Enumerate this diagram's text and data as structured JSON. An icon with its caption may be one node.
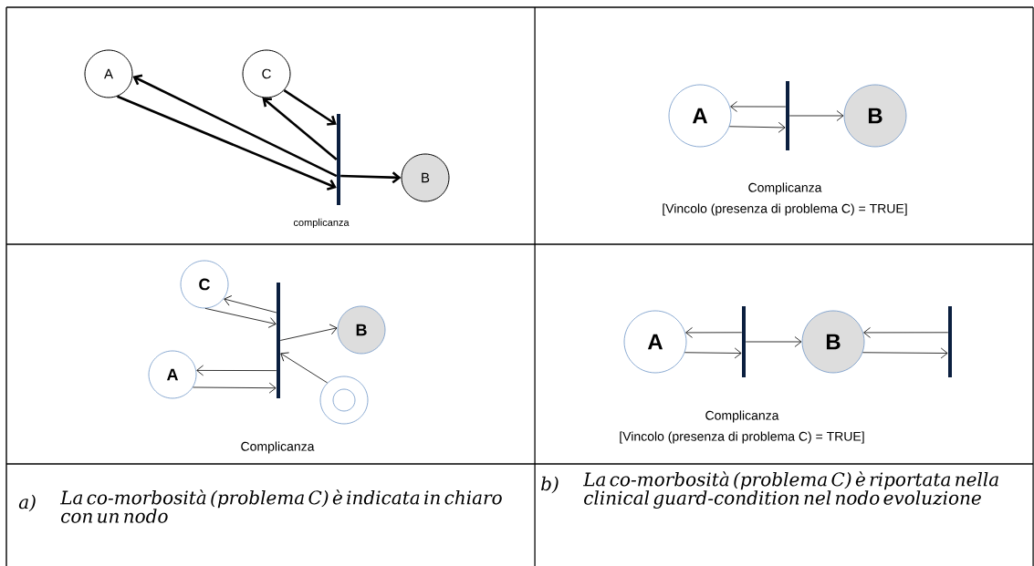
{
  "diagram": {
    "nodes": [
      {
        "text": [
          "A"
        ]
      },
      {
        "text": [
          "C"
        ]
      },
      {
        "text": [],
        "shape": "bar",
        "beside": [
          "complicanza"
        ]
      },
      {
        "text": [
          "B"
        ]
      },
      {
        "text": [
          "A"
        ]
      },
      {
        "text": [],
        "shape": "bar",
        "beside": [
          "Complicanza",
          "[Vincolo (presenza di problema C) = TRUE]"
        ]
      },
      {
        "text": [
          "B"
        ]
      },
      {
        "text": [
          "C"
        ]
      },
      {
        "text": [],
        "shape": "bar"
      },
      {
        "text": [
          "B"
        ]
      },
      {
        "text": [
          "A"
        ]
      },
      {
        "text": [],
        "shape": "circle"
      },
      {
        "text": [
          "A"
        ]
      },
      {
        "text": [],
        "shape": "bar",
        "beside": [
          "Complicanza",
          "[Vincolo (presenza di problema C) = TRUE]"
        ]
      },
      {
        "text": [
          "B"
        ]
      },
      {
        "text": [],
        "shape": "bar"
      }
    ],
    "edges": [
      {
        "from": 2,
        "to": 0,
        "arrow": "to",
        "style": "thick"
      },
      {
        "from": 0,
        "to": 2,
        "arrow": "to",
        "style": "thick"
      },
      {
        "from": 2,
        "to": 1,
        "arrow": "to",
        "style": "thick"
      },
      {
        "from": 1,
        "to": 2,
        "arrow": "to",
        "style": "thick"
      },
      {
        "from": 2,
        "to": 3,
        "arrow": "to",
        "style": "thick"
      },
      {
        "from": 5,
        "to": 4,
        "arrow": "to"
      },
      {
        "from": 4,
        "to": 5,
        "arrow": "to"
      },
      {
        "from": 5,
        "to": 6,
        "arrow": "to"
      },
      {
        "from": 8,
        "to": 7,
        "arrow": "to"
      },
      {
        "from": 7,
        "to": 8,
        "arrow": "to"
      },
      {
        "from": 8,
        "to": 9,
        "arrow": "to"
      },
      {
        "from": 11,
        "to": 8,
        "arrow": "to"
      },
      {
        "from": 8,
        "to": 10,
        "arrow": "to"
      },
      {
        "from": 10,
        "to": 8,
        "arrow": "to"
      },
      {
        "from": 13,
        "to": 12,
        "arrow": "to"
      },
      {
        "from": 12,
        "to": 13,
        "arrow": "to"
      },
      {
        "from": 13,
        "to": 14,
        "arrow": "to"
      },
      {
        "from": 15,
        "to": 14,
        "arrow": "to"
      },
      {
        "from": 14,
        "to": 15,
        "arrow": "to"
      }
    ],
    "labels": [
      "Complicanza",
      "a)",
      "La co-morbosità (problema C) è indicata in chiaro con un nodo",
      "b)",
      "La co-morbosità (problema C) è riportata nella clinical guard-condition nel nodo evoluzione"
    ]
  }
}
